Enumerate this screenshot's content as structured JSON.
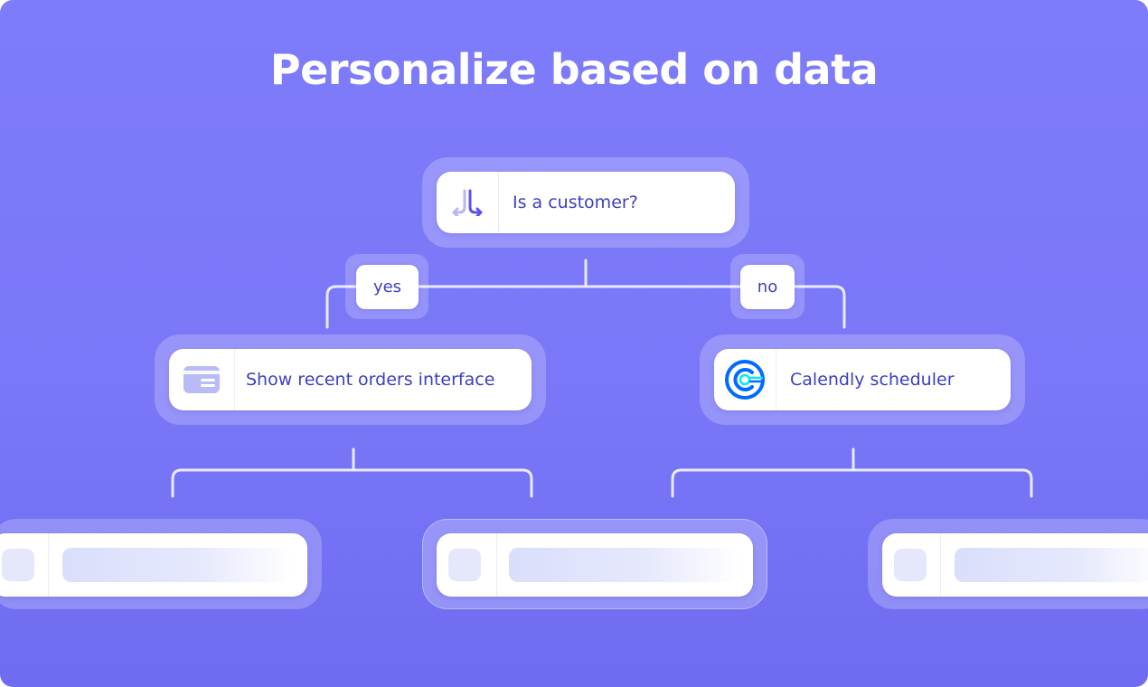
{
  "title": "Personalize based on data",
  "root": {
    "label": "Is a customer?",
    "icon": "split-arrows-icon"
  },
  "branches": {
    "yes": "yes",
    "no": "no"
  },
  "yes_node": {
    "label": "Show recent orders interface",
    "icon": "card-icon"
  },
  "no_node": {
    "label": "Calendly scheduler",
    "icon": "calendly-logo-icon"
  },
  "colors": {
    "background": "#7f7cfb",
    "accent": "#3c3fbf",
    "connector": "#f0f0ff",
    "calendly_blue": "#006bff"
  }
}
